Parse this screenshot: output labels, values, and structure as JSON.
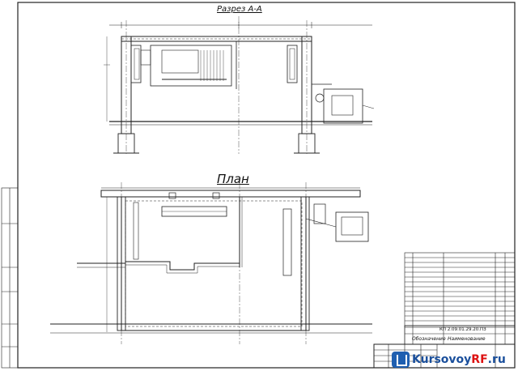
{
  "drawing": {
    "section_title": "Разрез А-А",
    "plan_title": "План",
    "document_code": "КП 2.09.01.29.20.ПЗ",
    "table_header": {
      "designation": "Обозначение",
      "name": "Наименование"
    }
  },
  "watermark": {
    "part1": "Kursovoy",
    "part2": "RF",
    "part3": ".ru",
    "icon": "book-icon",
    "colors": {
      "blue": "#1a4f9c",
      "red": "#d11111"
    }
  }
}
